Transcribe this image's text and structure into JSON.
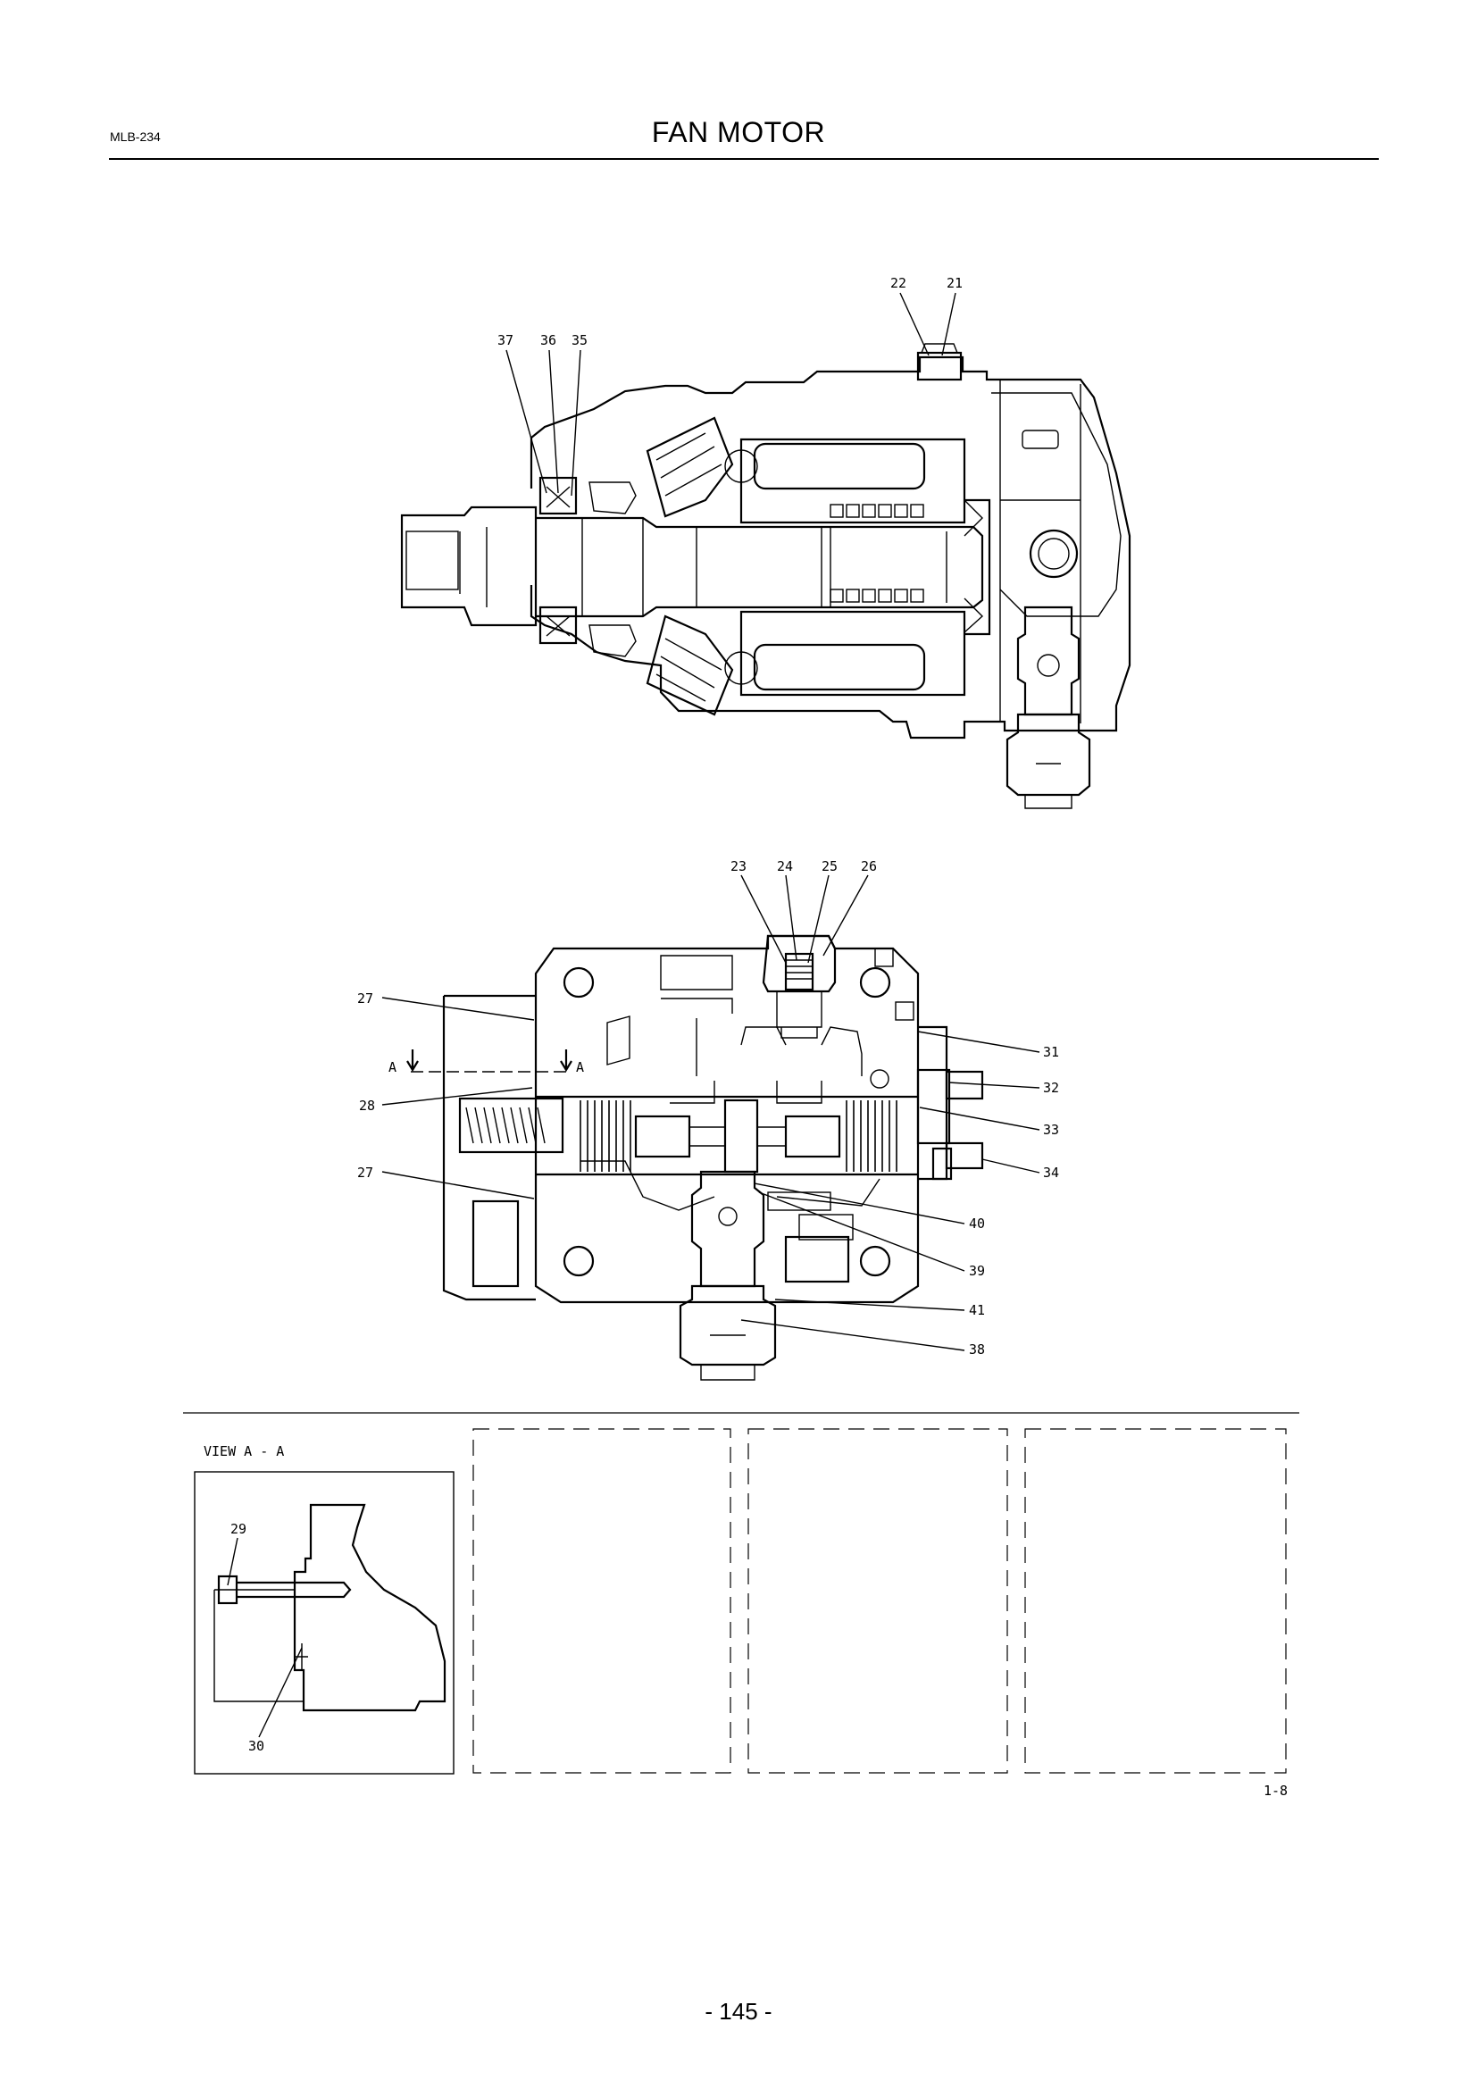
{
  "header": {
    "code": "MLB-234",
    "title": "FAN MOTOR"
  },
  "callouts_top": [
    "37",
    "36",
    "35",
    "22",
    "21"
  ],
  "callouts_middle": [
    "23",
    "24",
    "25",
    "26",
    "27",
    "28",
    "27",
    "31",
    "32",
    "33",
    "34",
    "40",
    "39",
    "41",
    "38"
  ],
  "section_marker": "A",
  "view_title": "VIEW A - A",
  "callouts_view": [
    "29",
    "30"
  ],
  "figure_code": "1-8",
  "page_number": "- 145 -"
}
